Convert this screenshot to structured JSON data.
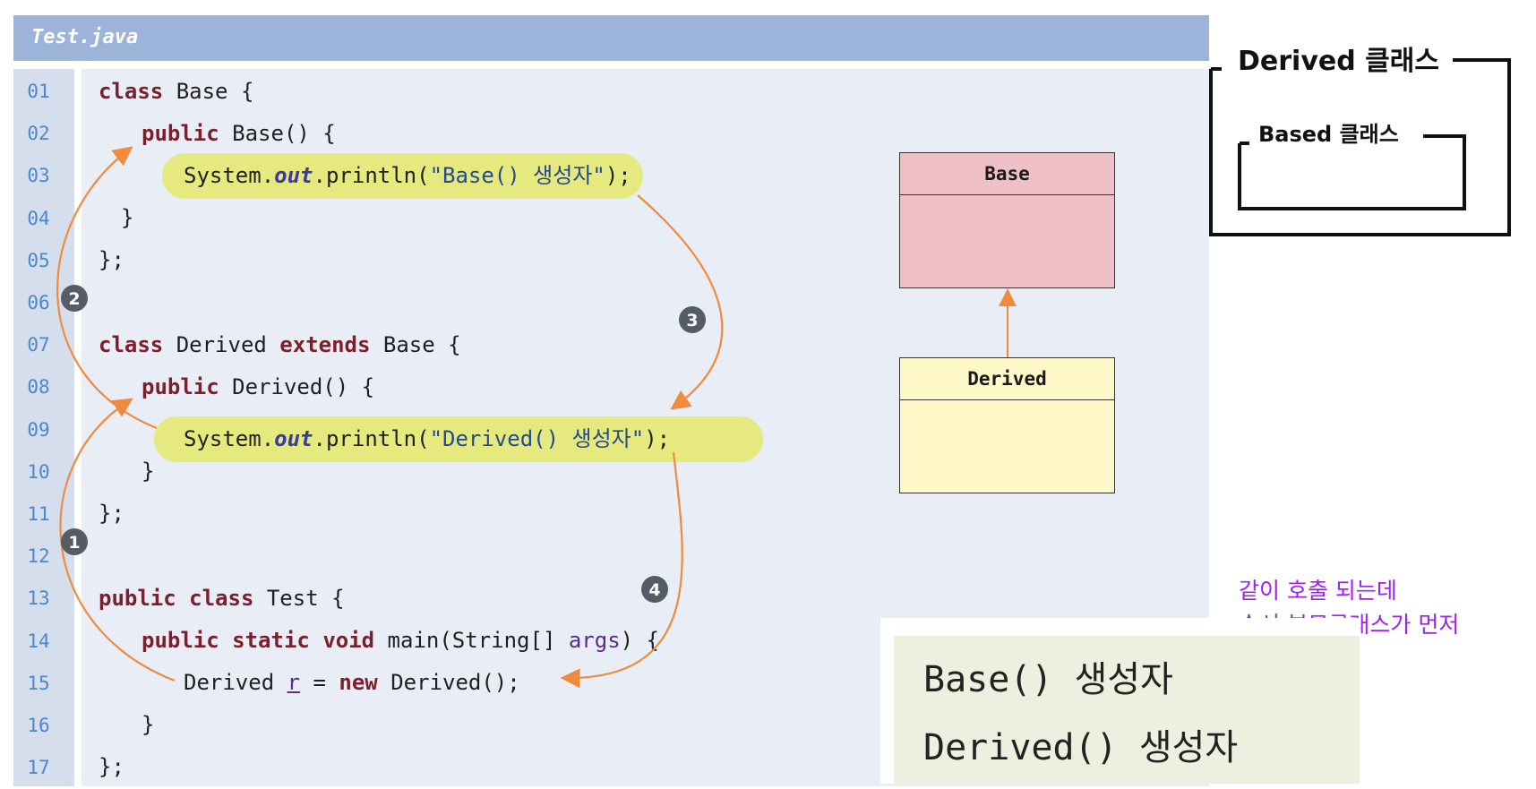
{
  "file_title": "Test.java",
  "line_numbers": [
    "01",
    "02",
    "03",
    "04",
    "05",
    "06",
    "07",
    "08",
    "09",
    "10",
    "11",
    "12",
    "13",
    "14",
    "15",
    "16",
    "17"
  ],
  "code": {
    "l1": {
      "kw": "class",
      "rest": " Base {"
    },
    "l2": {
      "kw": "public",
      "rest": " Base() {"
    },
    "l3": {
      "pre": "System.",
      "field": "out",
      "mid": ".println(",
      "str": "\"Base() 생성자\"",
      "post": ");"
    },
    "l4": {
      "text": "}"
    },
    "l5": {
      "text": "};"
    },
    "l7": {
      "kw1": "class",
      "mid": " Derived ",
      "kw2": "extends",
      "rest": " Base {"
    },
    "l8": {
      "kw": "public",
      "rest": " Derived() {"
    },
    "l9": {
      "pre": "System.",
      "field": "out",
      "mid": ".println(",
      "str": "\"Derived() 생성자\"",
      "post": ");"
    },
    "l10": {
      "text": "}"
    },
    "l11": {
      "text": "};"
    },
    "l13": {
      "kw1": "public",
      "kw2": "class",
      "rest": " Test {"
    },
    "l14": {
      "kw1": "public",
      "kw2": "static",
      "kw3": "void",
      "mid": " main(String[] ",
      "arg": "args",
      "rest": ") {"
    },
    "l15": {
      "pre": "Derived ",
      "var": "r",
      "mid": " = ",
      "kw": "new",
      "rest": " Derived();"
    },
    "l16": {
      "text": "}"
    },
    "l17": {
      "text": "};"
    }
  },
  "step_markers": [
    "1",
    "2",
    "3",
    "4"
  ],
  "uml": {
    "base": "Base",
    "derived": "Derived"
  },
  "handwritten": {
    "outer": "Derived 클래스",
    "inner": "Based 클래스"
  },
  "note": {
    "line1": "같이 호출 되는데",
    "line2": "순서:부모클래스가 먼저"
  },
  "output": [
    "Base() 생성자",
    "Derived() 생성자"
  ],
  "colors": {
    "header": "#9db4da",
    "highlight": "#e6ea7e",
    "arrow": "#f08a3c",
    "base_box": "#f0c0c8",
    "derived_box": "#fff8c8",
    "note": "#a020f0"
  }
}
